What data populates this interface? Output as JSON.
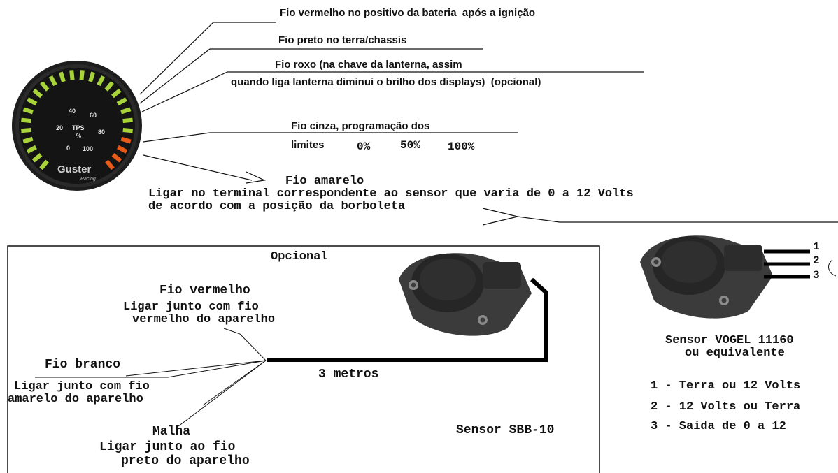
{
  "top_notes": {
    "red_wire": "Fio vermelho no positivo da bateria  após a ignição",
    "black_wire": "Fio preto no terra/chassis",
    "purple_wire_1": "Fio roxo (na chave da lanterna, assim",
    "purple_wire_2": "quando liga lanterna diminui o brilho dos displays)  (opcional)",
    "gray_wire": "Fio cinza, programação dos",
    "limits_label": "limites",
    "limits": [
      "0%",
      "50%",
      "100%"
    ],
    "yellow_wire": "Fio amarelo",
    "yellow_desc_1": "Ligar no terminal correspondente ao sensor que varia de 0 a 12 Volts",
    "yellow_desc_2": "de acordo com a posição da borboleta"
  },
  "gauge": {
    "label": "TPS",
    "unit": "%",
    "ticks": [
      "0",
      "20",
      "40",
      "60",
      "80",
      "100"
    ],
    "brand": "Guster",
    "brand_sub": "Racing"
  },
  "optional_box": {
    "title": "Opcional",
    "red_title": "Fio vermelho",
    "red_desc_1": "Ligar junto com fio",
    "red_desc_2": "vermelho do aparelho",
    "white_title": "Fio branco",
    "white_desc_1": "Ligar junto com fio",
    "white_desc_2": "amarelo do aparelho",
    "cable_length": "3 metros",
    "mesh_title": "Malha",
    "mesh_desc_1": "Ligar junto ao fio",
    "mesh_desc_2": "preto do aparelho",
    "sensor_name": "Sensor SBB-10"
  },
  "vogel": {
    "pins": [
      "1",
      "2",
      "3"
    ],
    "name_1": "Sensor VOGEL 11160",
    "name_2": "ou equivalente",
    "pinout": [
      "1 - Terra ou 12 Volts",
      "2 - 12 Volts ou Terra",
      "3 - Saída de 0 a 12"
    ]
  },
  "colors": {
    "ink": "#111111",
    "gauge_green": "#a8d43a",
    "gauge_orange": "#e85a18",
    "gauge_face": "#141414",
    "sensor_body": "#3b3b3b"
  }
}
